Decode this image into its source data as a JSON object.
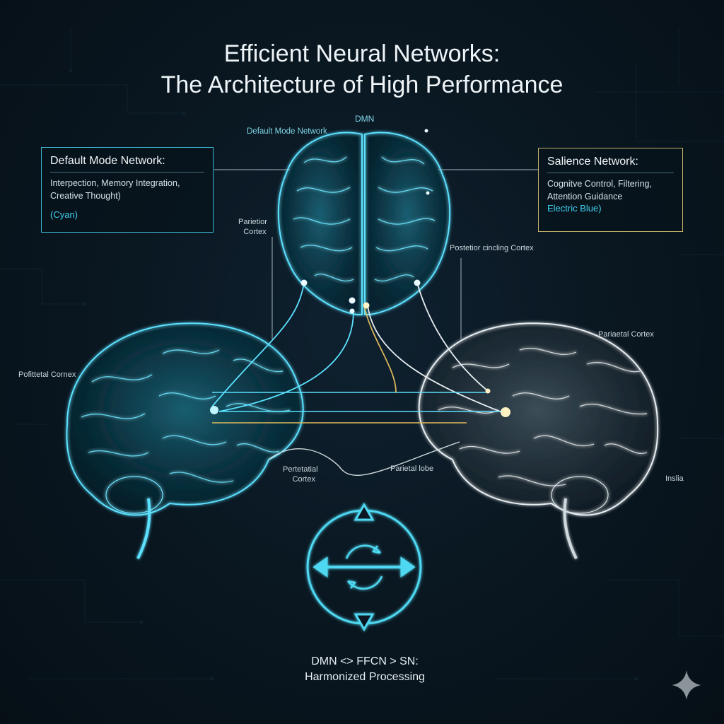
{
  "title": {
    "line1": "Efficient Neural Networks:",
    "line2": "The Architecture of High Performance"
  },
  "top_labels": {
    "dmn": "DMN",
    "default_mode_network": "Default Mode Network"
  },
  "dmn_box": {
    "heading": "Default Mode Network:",
    "description": "Interpection, Memory Integration, Creative Thought)",
    "color_label": "(Cyan)"
  },
  "sn_box": {
    "heading": "Salience Network:",
    "description": "Cognitve Control, Filtering, Attention Guidance",
    "color_label": "Electric Blue)"
  },
  "brain_labels": {
    "parietior_cortex_1": "Parietior",
    "parietior_cortex_2": "Cortex",
    "posterior_cingulate": "Postetior cincling Cortex",
    "parietal_cortex_right": "Pariaetal Cortex",
    "pofittetal_cortex_left": "Pofittetal Cornex",
    "perietatial_cortex_1": "Pertetatial",
    "perietatial_cortex_2": "Cortex",
    "parietal_lobe": "Parietal lobe",
    "insula": "Inslia"
  },
  "bottom": {
    "line1": "DMN <> FFCN > SN:",
    "line2": "Harmonized Processing"
  },
  "colors": {
    "cyan": "#3fd0ee",
    "electric_blue": "#5ce1ff",
    "gold": "#d8b65a",
    "white_brain": "#dfe8ee",
    "background": "#0a1822"
  },
  "icons": [
    "sync-cycle-icon",
    "gemini-sparkle-icon"
  ]
}
